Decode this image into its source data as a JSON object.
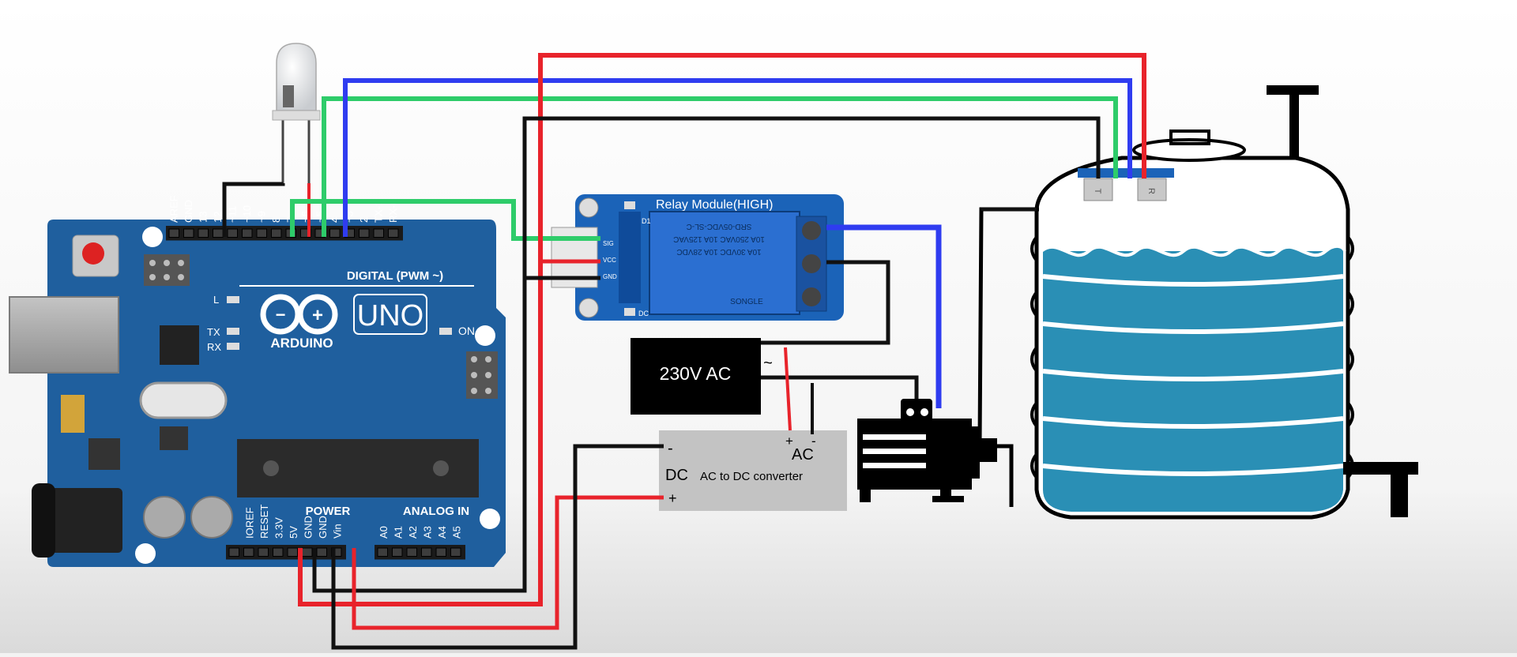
{
  "arduino": {
    "brand": "ARDUINO",
    "model": "UNO",
    "digital_header": "DIGITAL (PWM ~)",
    "digital_pins": [
      "AREF",
      "GND",
      "13",
      "12",
      "~11",
      "~10",
      "~9",
      "8",
      "7",
      "~6",
      "~5",
      "4",
      "~3",
      "2",
      "TX-1",
      "RX-0"
    ],
    "power_header": "POWER",
    "power_pins": [
      "IOREF",
      "RESET",
      "3.3V",
      "5V",
      "GND",
      "GND",
      "Vin"
    ],
    "analog_header": "ANALOG IN",
    "analog_pins": [
      "A0",
      "A1",
      "A2",
      "A3",
      "A4",
      "A5"
    ],
    "led_labels": {
      "l": "L",
      "tx": "TX",
      "rx": "RX",
      "on": "ON"
    }
  },
  "relay": {
    "title": "Relay Module(HIGH)",
    "pins": [
      "SIG",
      "VCC",
      "GND"
    ],
    "dc_label": "DC",
    "d1_label": "D1",
    "coil_lines": [
      "SRD-05VDC-SL-C",
      "10A 250VAC 10A 125VAC",
      "10A 30VDC 10A 28VDC"
    ],
    "brand": "SONGLE"
  },
  "ac_source": {
    "label": "230V AC",
    "tilde": "~"
  },
  "converter": {
    "title": "AC to DC converter",
    "dc_label": "DC",
    "ac_label": "AC",
    "dc_minus": "-",
    "dc_plus": "+",
    "ac_plus": "+",
    "ac_minus": "-"
  },
  "tank": {
    "probe_left": "T",
    "probe_right": "R"
  },
  "colors": {
    "wire_red": "#e8232b",
    "wire_black": "#111111",
    "wire_green": "#2ecc6a",
    "wire_blue": "#2f3cf0",
    "board_blue": "#1f5f9e",
    "relay_blue": "#1b63b8",
    "water": "#2a8fb5"
  }
}
